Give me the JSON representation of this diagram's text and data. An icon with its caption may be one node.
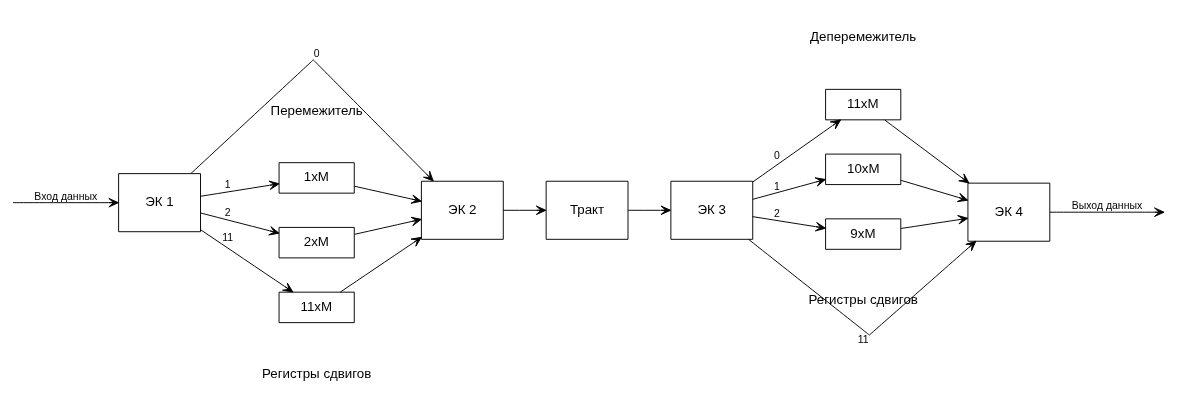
{
  "diagram": {
    "nodes": [
      {
        "text": [
          "ЭК 1"
        ]
      },
      {
        "text": [
          "1xM"
        ]
      },
      {
        "text": [
          "2xM"
        ]
      },
      {
        "text": [
          "11xM"
        ]
      },
      {
        "text": [
          "ЭК 2"
        ]
      },
      {
        "text": [
          "Тракт"
        ]
      },
      {
        "text": [
          "ЭК 3"
        ]
      },
      {
        "text": [
          "11xM"
        ]
      },
      {
        "text": [
          "10xM"
        ]
      },
      {
        "text": [
          "9xM"
        ]
      },
      {
        "text": [
          "ЭК 4"
        ]
      }
    ],
    "edges": [
      {
        "from": null,
        "to": 0,
        "arrow": "to",
        "label": "Вход данных"
      },
      {
        "from": 0,
        "to": 4,
        "arrow": "to",
        "label": "0"
      },
      {
        "from": 0,
        "to": 1,
        "arrow": "to",
        "label": "1"
      },
      {
        "from": 1,
        "to": 4,
        "arrow": "to"
      },
      {
        "from": 0,
        "to": 2,
        "arrow": "to",
        "label": "2"
      },
      {
        "from": 2,
        "to": 4,
        "arrow": "to"
      },
      {
        "from": 0,
        "to": 3,
        "arrow": "to",
        "label": "11"
      },
      {
        "from": 3,
        "to": 4,
        "arrow": "to"
      },
      {
        "from": 4,
        "to": 5,
        "arrow": "to"
      },
      {
        "from": 5,
        "to": 6,
        "arrow": "to"
      },
      {
        "from": 6,
        "to": 7,
        "arrow": "to",
        "label": "0"
      },
      {
        "from": 7,
        "to": 10,
        "arrow": "to"
      },
      {
        "from": 6,
        "to": 8,
        "arrow": "to",
        "label": "1"
      },
      {
        "from": 8,
        "to": 10,
        "arrow": "to"
      },
      {
        "from": 6,
        "to": 9,
        "arrow": "to",
        "label": "2"
      },
      {
        "from": 9,
        "to": 10,
        "arrow": "to"
      },
      {
        "from": 6,
        "to": 10,
        "arrow": "to",
        "label": "11"
      },
      {
        "from": 10,
        "to": null,
        "arrow": "to",
        "label": "Выход данных"
      }
    ],
    "labels": [
      "Перемежитель",
      "Деперемежитель",
      "Регистры сдвигов",
      "Регистры сдвигов"
    ]
  }
}
